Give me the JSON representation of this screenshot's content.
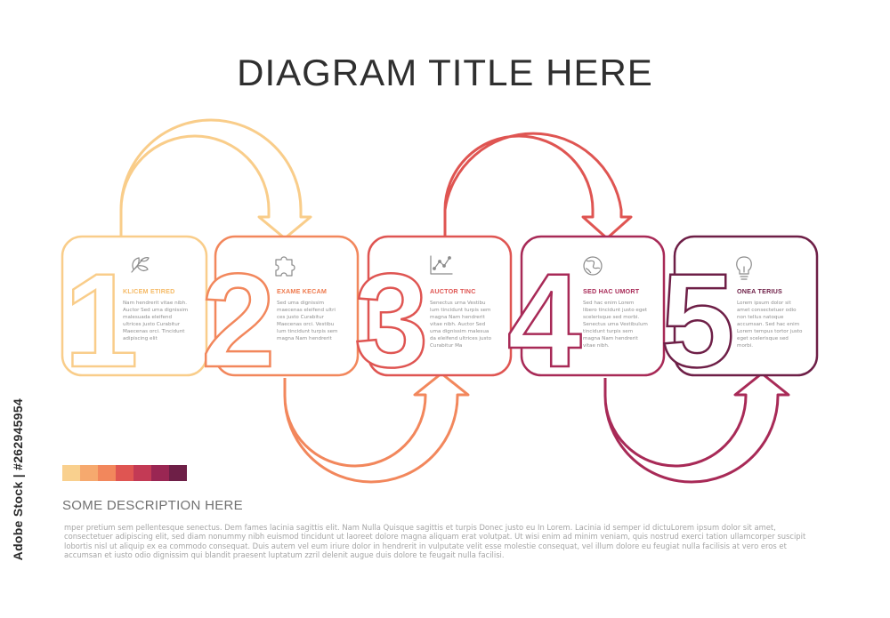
{
  "title": "DIAGRAM TITLE HERE",
  "steps": [
    {
      "number": "1",
      "title": "KLICEM ETIRED",
      "icon": "plant-sprout-icon",
      "color": "#F9CD8A",
      "body": "Nam hendrerit vitae nibh.\nAuctor Sed uma dignissim\nmalesuada eleifend\nultrices justo Curabitur\nMaecenas orci. Tincidunt\nadipiscing elit"
    },
    {
      "number": "2",
      "title": "EXAME KECAM",
      "icon": "puzzle-piece-icon",
      "color": "#F2875C",
      "body": "Sed uma dignissim\nmaecenas eleifend ultri\nces justo Curabitur\nMaecenas orci. Vestibu\nlum tincidunt turpis sem\nmagna Nam hendrerit"
    },
    {
      "number": "3",
      "title": "AUCTOR TINC",
      "icon": "line-chart-icon",
      "color": "#DF5552",
      "body": "Senectus urna Vestibu\nlum tincidunt turpis sem\nmagna Nam hendrerit\nvitae nibh. Auctor Sed\numa dignissim malesua\nda eleifend ultrices justo\nCurabitur Ma"
    },
    {
      "number": "4",
      "title": "SED HAC UMORT",
      "icon": "globe-icon",
      "color": "#A82A57",
      "body": "Sed hac enim Lorem\nlibero tincidunt justo eget\nscelerisque sed morbi.\nSenectus uma Vestibulum\ntincidunt turpis sem\nmagna Nam hendrerit\nvitae nibh."
    },
    {
      "number": "5",
      "title": "ONEA TERIUS",
      "icon": "light-bulb-icon",
      "color": "#6E1F47",
      "body": "Lorem ipsum dolor sit\namet consectetuer odio\nnon tellus natoque\naccumsan. Sed hac enim\nLorem tempus tortor justo\neget scelerisque sed\nmorbi."
    }
  ],
  "palette": [
    "#F9D08E",
    "#F6A96E",
    "#F2875C",
    "#DF5552",
    "#C33A55",
    "#9A2653",
    "#6E1F47"
  ],
  "description_heading": "SOME DESCRIPTION HERE",
  "description_body": "mper pretium sem pellentesque senectus. Dem fames lacinia sagittis elit. Nam Nulla Quisque sagittis et turpis Donec justo eu In Lorem. Lacinia id semper id dictuLorem ipsum dolor sit amet, consectetuer adipiscing elit, sed diam nonummy nibh euismod tincidunt ut laoreet dolore magna aliquam erat volutpat. Ut wisi enim ad minim veniam, quis nostrud exerci tation ullamcorper suscipit lobortis nisl ut aliquip ex ea commodo consequat. Duis autem vel eum iriure dolor in hendrerit in vulputate velit esse molestie consequat, vel illum dolore eu feugiat nulla facilisis at vero eros et accumsan et iusto odio dignissim qui blandit praesent luptatum zzril delenit augue duis dolore te feugait nulla facilisi.",
  "watermark": "Adobe Stock | #262945954"
}
